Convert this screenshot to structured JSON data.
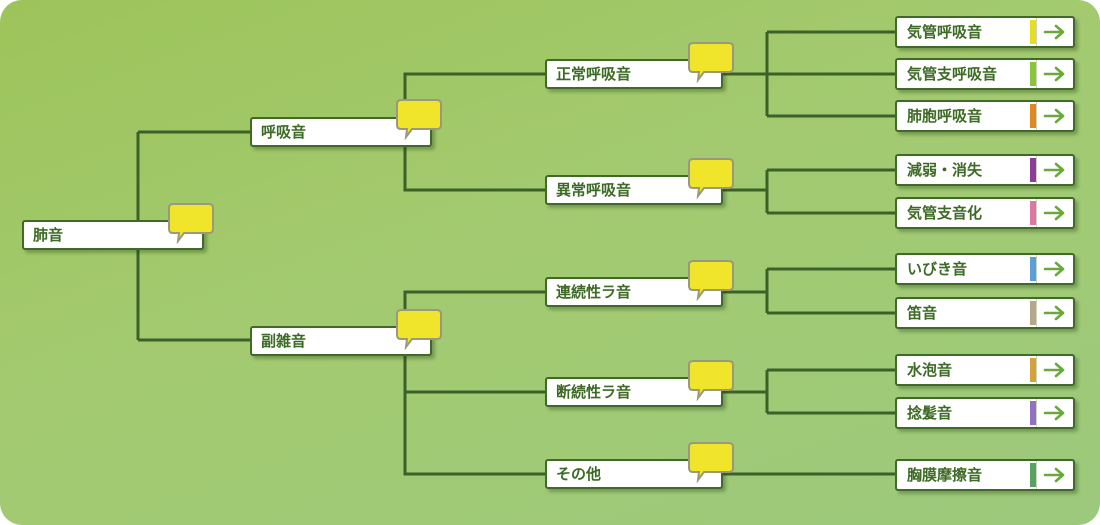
{
  "root": {
    "label": "肺音"
  },
  "level1": [
    {
      "label": "呼吸音"
    },
    {
      "label": "副雑音"
    }
  ],
  "level2": [
    {
      "label": "正常呼吸音"
    },
    {
      "label": "異常呼吸音"
    },
    {
      "label": "連続性ラ音"
    },
    {
      "label": "断続性ラ音"
    },
    {
      "label": "その他"
    }
  ],
  "leaves": [
    {
      "label": "気管呼吸音",
      "color": "#e8dd25"
    },
    {
      "label": "気管支呼吸音",
      "color": "#8cc43c"
    },
    {
      "label": "肺胞呼吸音",
      "color": "#dd8a22"
    },
    {
      "label": "減弱・消失",
      "color": "#8e3c95"
    },
    {
      "label": "気管支音化",
      "color": "#df77a6"
    },
    {
      "label": "いびき音",
      "color": "#5c9ed6"
    },
    {
      "label": "笛音",
      "color": "#b8a68b"
    },
    {
      "label": "水泡音",
      "color": "#d6a23e"
    },
    {
      "label": "捻髪音",
      "color": "#9272c0"
    },
    {
      "label": "胸膜摩擦音",
      "color": "#5aa264"
    }
  ],
  "colors": {
    "line": "#3a6228",
    "node_border": "#3f6a2a",
    "text": "#3d6b25",
    "bubble_fill": "#f0e52a",
    "bubble_border": "#9a9a7a",
    "arrow": "#6aa83a"
  },
  "icons": {
    "bubble": "speech-bubble-icon",
    "arrow": "arrow-right-icon"
  }
}
